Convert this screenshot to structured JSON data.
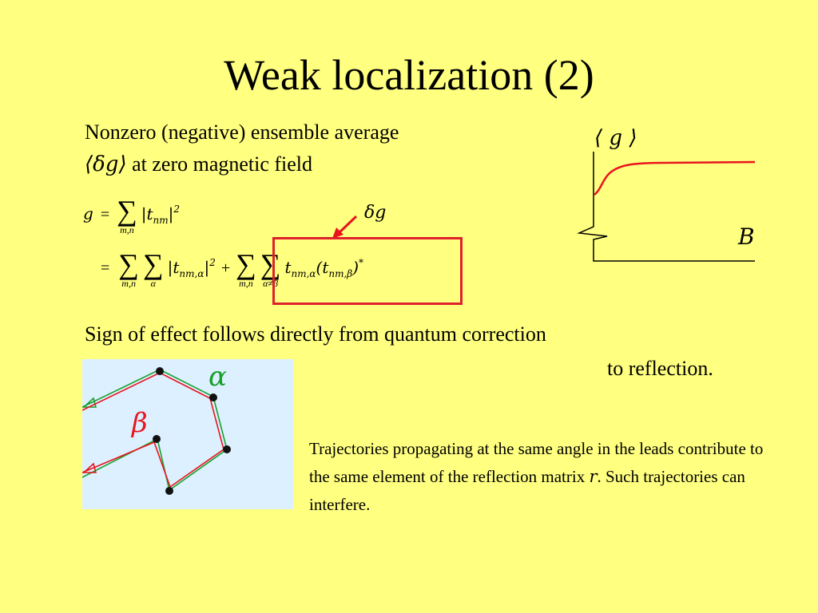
{
  "slide": {
    "title": "Weak localization (2)",
    "intro_line1": "Nonzero (negative) ensemble average",
    "intro_line2": "at zero magnetic field",
    "intro_symbol": "⟨δg⟩",
    "delta_g_label": "δg",
    "sign_line1": "Sign of effect follows directly from quantum correction",
    "sign_line2": "to reflection.",
    "paragraph_before_r": "Trajectories propagating at the same angle in the leads contribute to the same element of the reflection matrix ",
    "paragraph_r": "r",
    "paragraph_after_r": ". Such trajectories can interfere."
  },
  "graph": {
    "y_label": "⟨ g ⟩",
    "x_label": "B",
    "curve_color": "#e8141e"
  },
  "trajectories": {
    "alpha_label": "α",
    "beta_label": "β",
    "alpha_color": "#18a02a",
    "beta_color": "#e8141e"
  },
  "equation": {
    "g": "g",
    "eq": "=",
    "sigma": "∑",
    "mn": "m,n",
    "alpha": "α",
    "alpha_ne_beta": "α≠β",
    "plus": "+",
    "term1": "|t",
    "term1_sub": "nm",
    "term1_sup": "2",
    "term2_sub": "nm,α",
    "term3_t": "t",
    "term3_sub": "nm,α",
    "term3_paren_t": "(t",
    "term3_paren_sub": "nm,β",
    "term3_close": ")",
    "term3_sup": "*",
    "bar_close": "|"
  }
}
